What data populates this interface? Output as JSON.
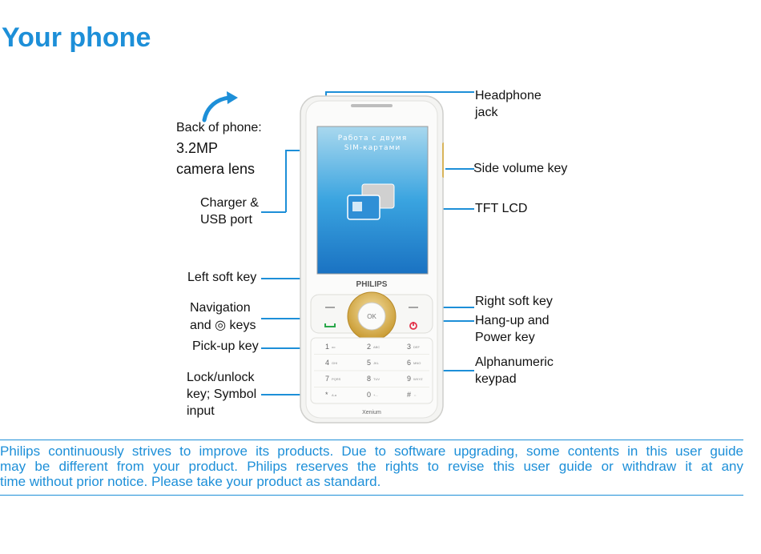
{
  "page": {
    "title": "Your phone"
  },
  "labels": {
    "back_of_phone": "Back of phone:",
    "camera_line1": "3.2MP",
    "camera_line2": "camera lens",
    "charger_line1": "Charger &",
    "charger_line2": "USB port",
    "left_soft_key": "Left soft key",
    "navigation_line1": "Navigation",
    "navigation_line2": "and ◎ keys",
    "pickup_key": "Pick-up key",
    "lock_line1": "Lock/unlock",
    "lock_line2": "key;  Symbol",
    "lock_line3": "input",
    "headphone_line1": "Headphone",
    "headphone_line2": "jack",
    "side_volume_key": "Side volume key",
    "tft_lcd": "TFT LCD",
    "right_soft_key": "Right soft key",
    "hangup_line1": "Hang-up   and",
    "hangup_line2": "Power key",
    "alpha_line1": "Alphanumeric",
    "alpha_line2": "keypad"
  },
  "phone": {
    "brand": "PHILIPS",
    "model": "Xenium",
    "screen_line1": "Работа с двумя",
    "screen_line2": "SIM-картами",
    "ok_label": "OK",
    "keys": [
      {
        "num": "1",
        "sub": "oo"
      },
      {
        "num": "2",
        "sub": "ABC"
      },
      {
        "num": "3",
        "sub": "DEF"
      },
      {
        "num": "4",
        "sub": "GHI"
      },
      {
        "num": "5",
        "sub": "JKL"
      },
      {
        "num": "6",
        "sub": "MNO"
      },
      {
        "num": "7",
        "sub": "PQRS"
      },
      {
        "num": "8",
        "sub": "TUV"
      },
      {
        "num": "9",
        "sub": "WXYZ"
      },
      {
        "num": "*",
        "sub": "A.a"
      },
      {
        "num": "0",
        "sub": "+..."
      },
      {
        "num": "#",
        "sub": "⇔"
      }
    ]
  },
  "notice": {
    "line1": "Philips continuously strives to improve its products. Due to software upgrading, some contents in this user guide",
    "line2": "may be different from your product. Philips reserves the rights to revise this user guide or withdraw it at any",
    "line3": "time without prior notice. Please take your product as standard."
  },
  "colors": {
    "accent": "#1d8fd8",
    "ring": "#d9b25a",
    "hangup": "#e2334a",
    "pickup": "#2aa84a"
  }
}
